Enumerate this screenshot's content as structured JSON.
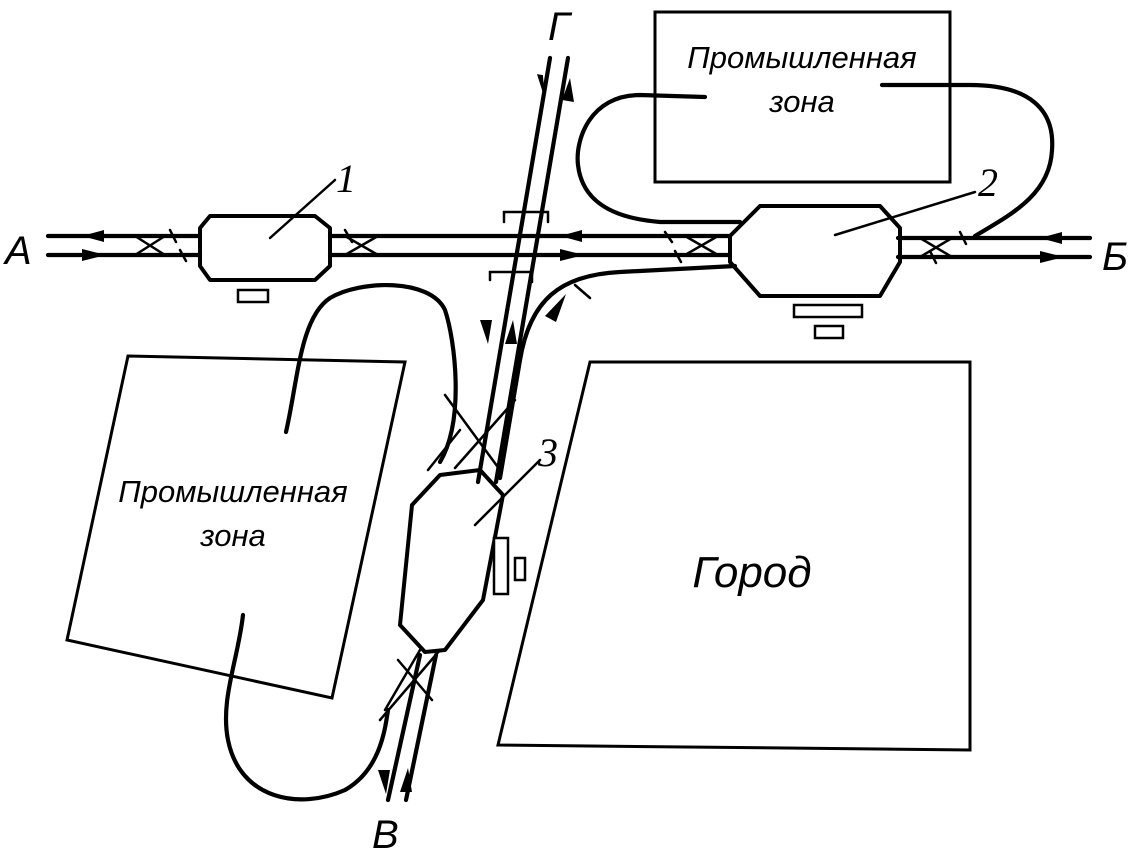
{
  "directions": {
    "a": "А",
    "b": "Б",
    "v": "В",
    "g": "Г"
  },
  "stations": {
    "s1": "1",
    "s2": "2",
    "s3": "3"
  },
  "zones": {
    "industrial_top": [
      "Промышленная",
      "зона"
    ],
    "industrial_left": [
      "Промышленная",
      "зона"
    ],
    "city": "Город"
  }
}
